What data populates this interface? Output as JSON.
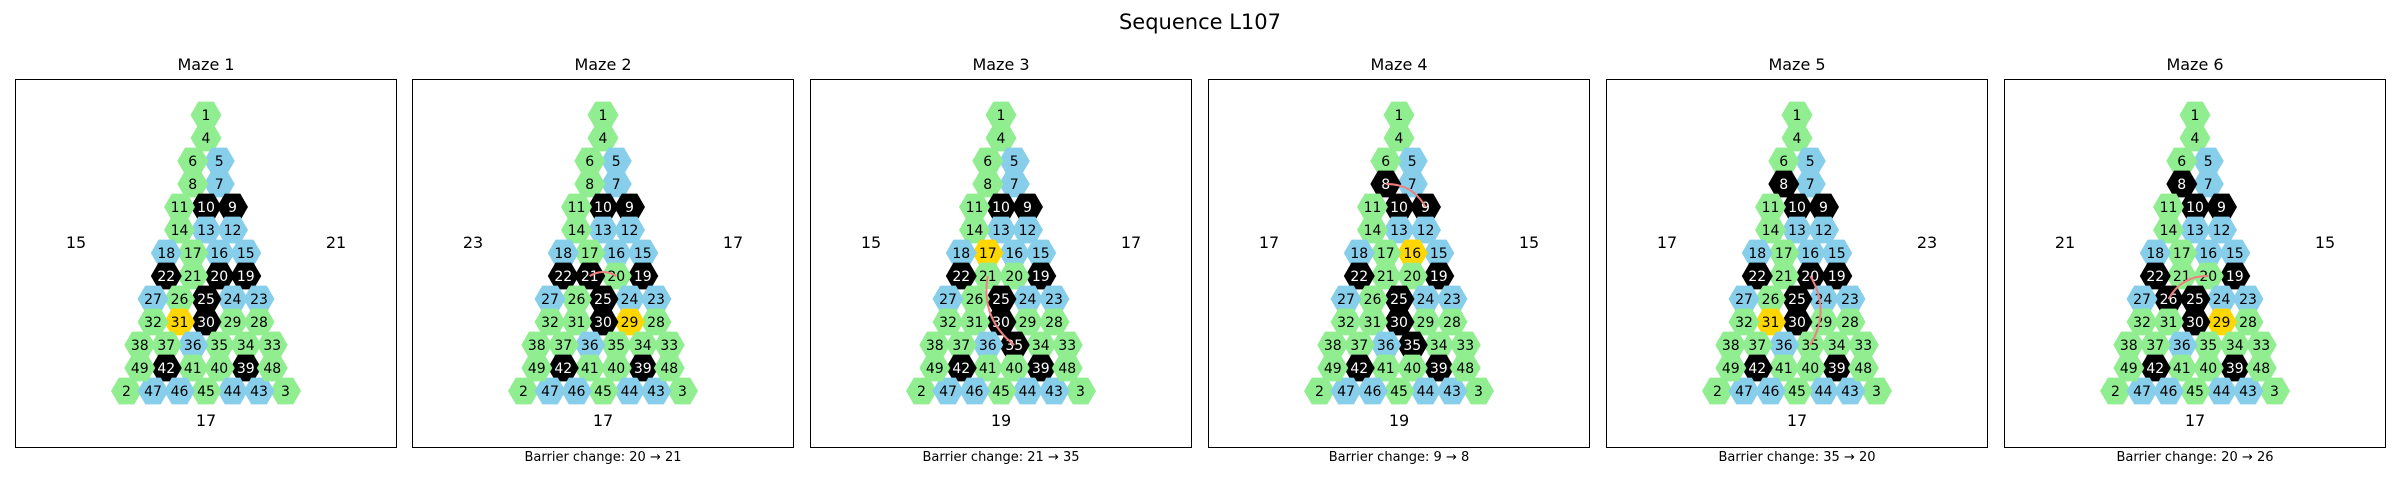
{
  "figure_title": "Sequence L107",
  "colors": {
    "open": "#90ee90",
    "blue": "#87ceeb",
    "wall": "#000000",
    "goal": "#ffd700",
    "barrier_change": "#f08080",
    "border": "#000000"
  },
  "cell_classes": {
    "blue": [
      5,
      7,
      12,
      13,
      15,
      16,
      18,
      23,
      24,
      27,
      36,
      43,
      44,
      46,
      47
    ],
    "wall": [
      9,
      10,
      22,
      25,
      30,
      39,
      42
    ],
    "wall_variable": [
      8,
      19,
      20,
      35
    ]
  },
  "mazes": [
    {
      "title": "Maze 1",
      "edge_labels": {
        "left": "15",
        "right": "21",
        "bottom": "17"
      },
      "goal": 31,
      "walls_on": [
        19,
        20
      ],
      "barrier_from": null,
      "barrier_to": null,
      "caption": ""
    },
    {
      "title": "Maze 2",
      "edge_labels": {
        "left": "23",
        "right": "17",
        "bottom": "17"
      },
      "goal": 29,
      "walls_on": [
        19,
        21
      ],
      "barrier_from": 20,
      "barrier_to": 21,
      "caption": "Barrier change: 20 → 21"
    },
    {
      "title": "Maze 3",
      "edge_labels": {
        "left": "15",
        "right": "17",
        "bottom": "19"
      },
      "goal": 17,
      "walls_on": [
        19,
        35
      ],
      "barrier_from": 21,
      "barrier_to": 35,
      "caption": "Barrier change: 21 → 35"
    },
    {
      "title": "Maze 4",
      "edge_labels": {
        "left": "17",
        "right": "15",
        "bottom": "19"
      },
      "goal": 16,
      "walls_on": [
        8,
        19,
        35
      ],
      "barrier_from": 9,
      "barrier_to": 8,
      "caption": "Barrier change: 9 → 8"
    },
    {
      "title": "Maze 5",
      "edge_labels": {
        "left": "17",
        "right": "23",
        "bottom": "17"
      },
      "goal": 31,
      "walls_on": [
        8,
        19,
        20
      ],
      "barrier_from": 35,
      "barrier_to": 20,
      "caption": "Barrier change: 35 → 20"
    },
    {
      "title": "Maze 6",
      "edge_labels": {
        "left": "21",
        "right": "15",
        "bottom": "17"
      },
      "goal": 29,
      "walls_on": [
        8,
        19,
        26
      ],
      "barrier_from": 20,
      "barrier_to": 26,
      "caption": "Barrier change: 20 → 26"
    }
  ]
}
